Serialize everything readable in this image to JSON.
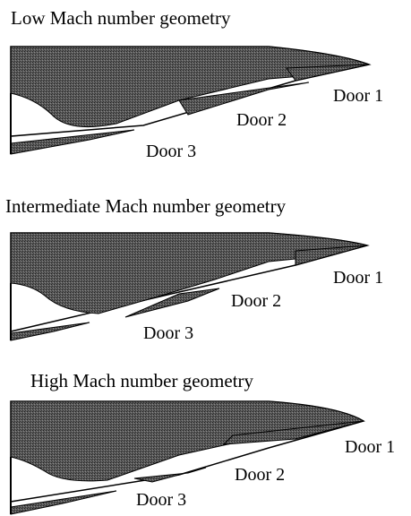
{
  "panels": [
    {
      "title": "Low Mach number geometry",
      "doors": [
        "Door 1",
        "Door 2",
        "Door 3"
      ]
    },
    {
      "title": "Intermediate Mach number geometry",
      "doors": [
        "Door 1",
        "Door 2",
        "Door 3"
      ]
    },
    {
      "title": "High Mach number geometry",
      "doors": [
        "Door 1",
        "Door 2",
        "Door 3"
      ]
    }
  ],
  "colors": {
    "fill_dark": "#4a4a4a",
    "fill_light": "#f4f4f4",
    "stroke": "#000000"
  }
}
